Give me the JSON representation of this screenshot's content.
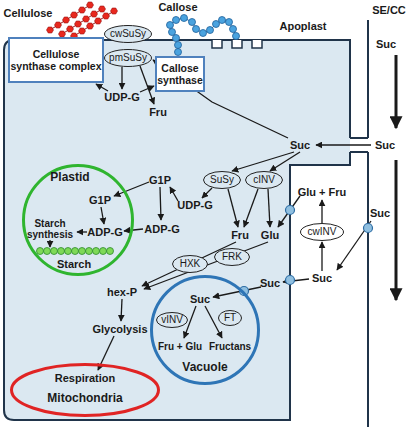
{
  "diagram": {
    "nodes": [
      {
        "text": [
          "Cellulose synthase complex"
        ]
      },
      {
        "text": [
          "cwSuSy"
        ]
      },
      {
        "text": [
          "pmSuSy"
        ]
      },
      {
        "text": [
          "Callose synthase"
        ]
      },
      {
        "text": [
          "Plastid"
        ]
      },
      {
        "text": [
          "SuSy"
        ]
      },
      {
        "text": [
          "cINV"
        ]
      },
      {
        "text": [
          "HXK"
        ]
      },
      {
        "text": [
          "FRK"
        ]
      },
      {
        "text": [
          "cwINV"
        ]
      },
      {
        "text": [
          "Vacuole"
        ]
      },
      {
        "text": [
          "vINV"
        ],
        "in": 10
      },
      {
        "text": [
          "FT"
        ],
        "in": 10
      },
      {
        "text": [
          "Respiration",
          "Mitochondria"
        ]
      }
    ],
    "labels": [
      "Cellulose",
      "Callose",
      "Apoplast",
      "SE/CC",
      "Suc",
      "UDP-G",
      "Fru",
      "Suc",
      "Suc",
      "G1P",
      "G1P",
      "UDP-G",
      "ADP-G",
      "ADP-G",
      "Starch synthesis",
      "Fru",
      "Glu",
      "Glu + Fru",
      "Suc",
      "Starch",
      "hex-P",
      "Suc",
      "Suc",
      "Glycolysis",
      "Suc",
      "Fru + Glu",
      "Fructans"
    ]
  }
}
